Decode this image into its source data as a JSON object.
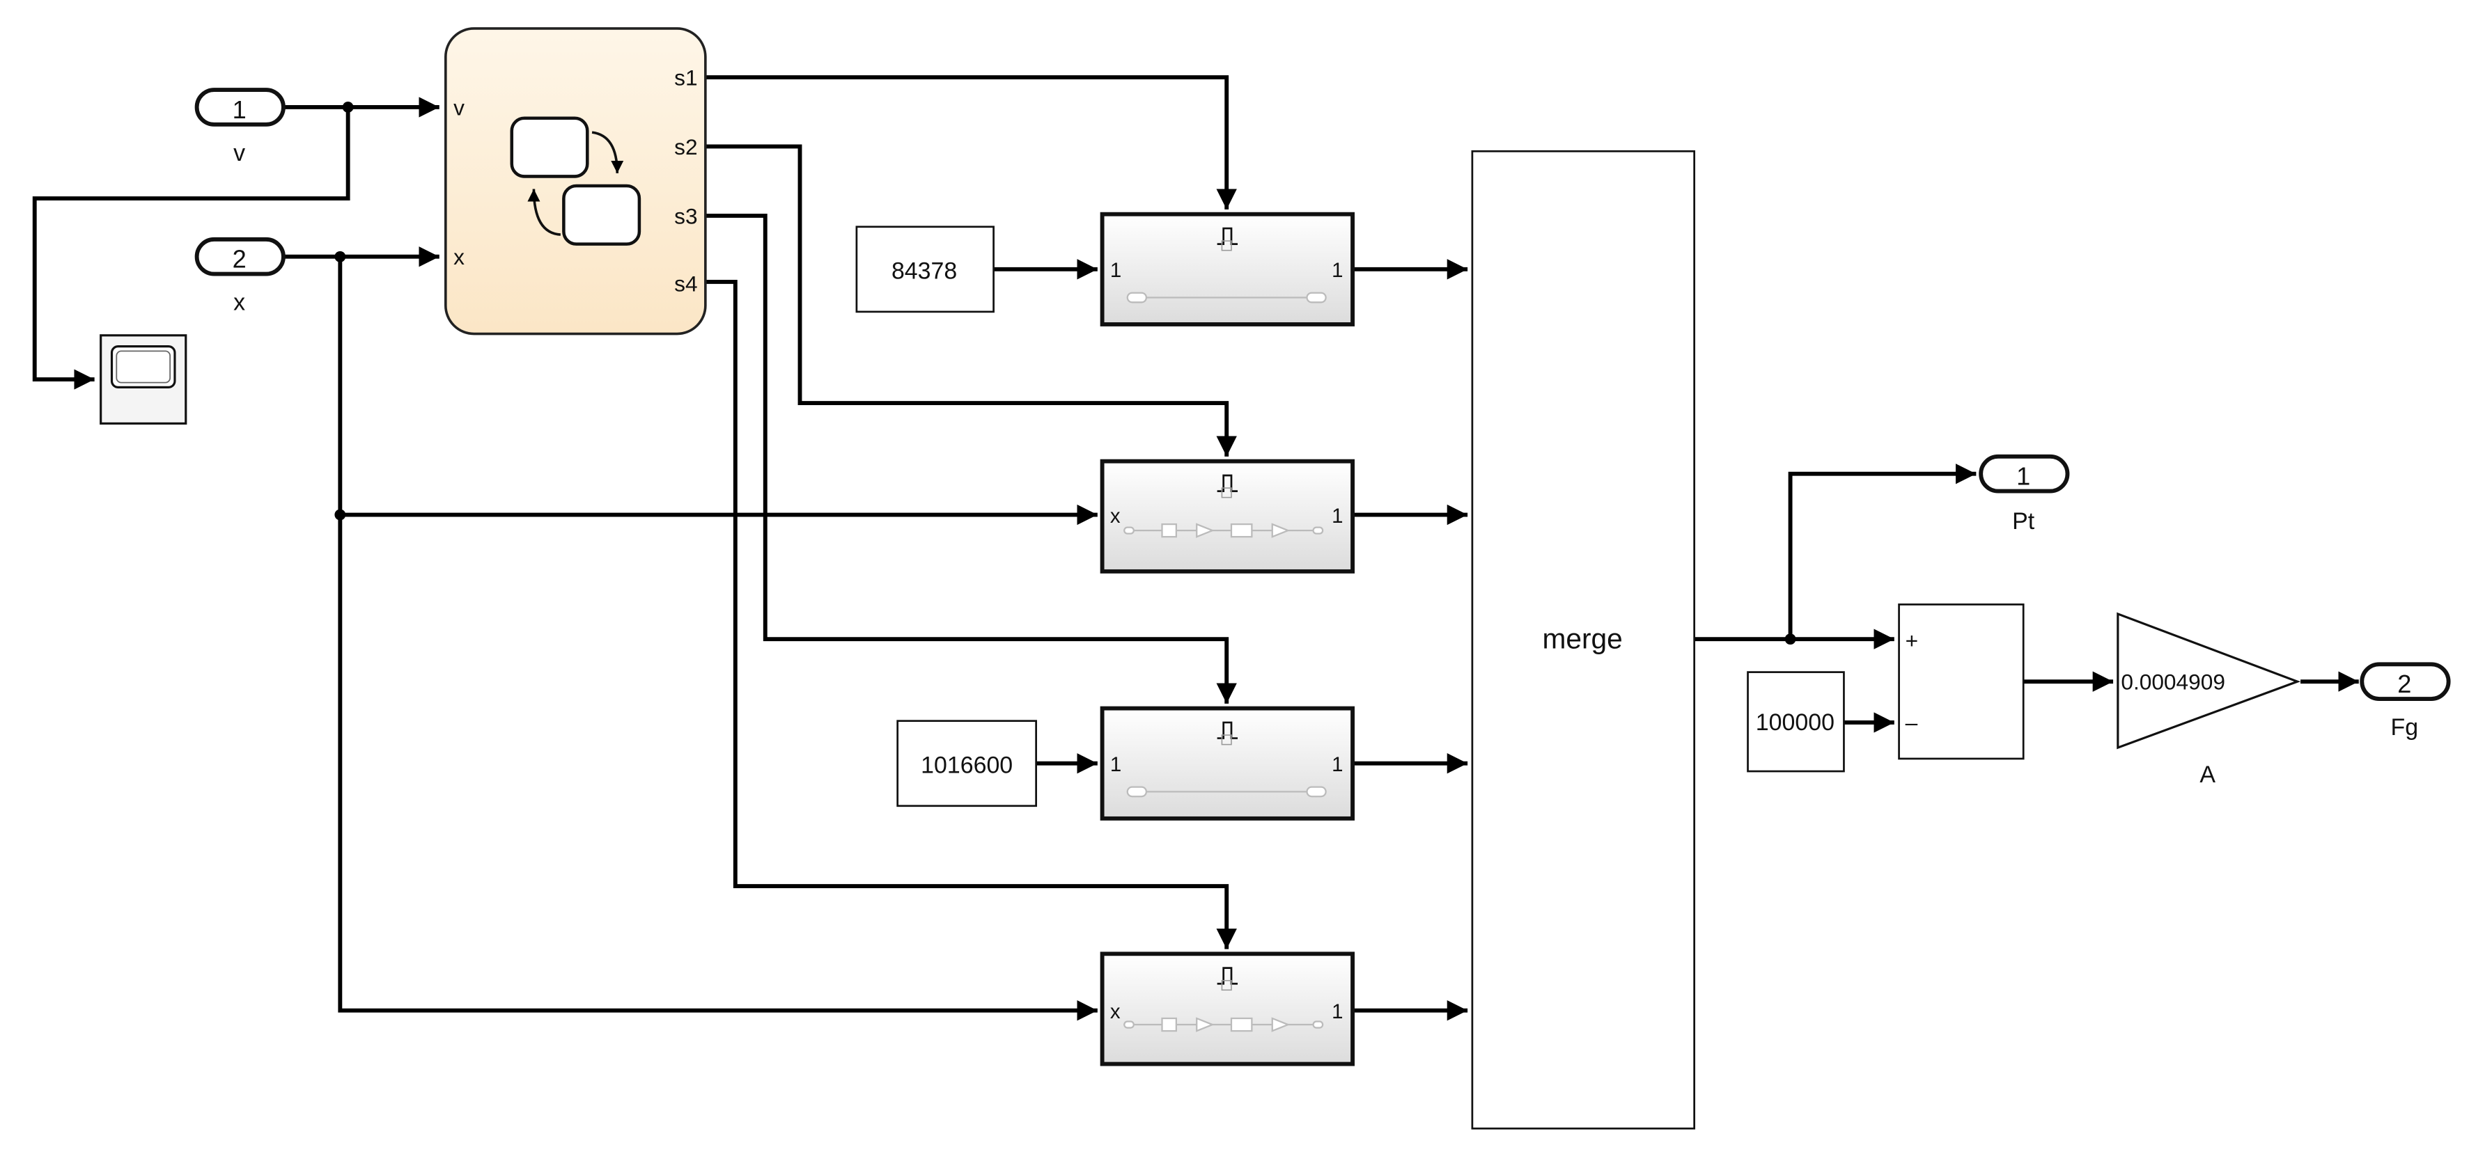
{
  "inports": [
    {
      "number": "1",
      "name": "v"
    },
    {
      "number": "2",
      "name": "x"
    }
  ],
  "outports": [
    {
      "number": "1",
      "name": "Pt"
    },
    {
      "number": "2",
      "name": "Fg"
    }
  ],
  "chart": {
    "inputs": [
      "v",
      "x"
    ],
    "outputs": [
      "s1",
      "s2",
      "s3",
      "s4"
    ]
  },
  "constants": [
    "84378",
    "1016600",
    "100000"
  ],
  "subsystems": [
    {
      "in": "1",
      "out": "1"
    },
    {
      "in": "x",
      "out": "1"
    },
    {
      "in": "1",
      "out": "1"
    },
    {
      "in": "x",
      "out": "1"
    }
  ],
  "merge": {
    "label": "merge"
  },
  "sum": {
    "signs": [
      "+",
      "–"
    ]
  },
  "gain": {
    "value": "0.0004909",
    "name": "A"
  },
  "colors": {
    "chart_fill": "#fdf0dc",
    "subsystem_fill": "#e8e8e8",
    "wire": "#000000"
  }
}
